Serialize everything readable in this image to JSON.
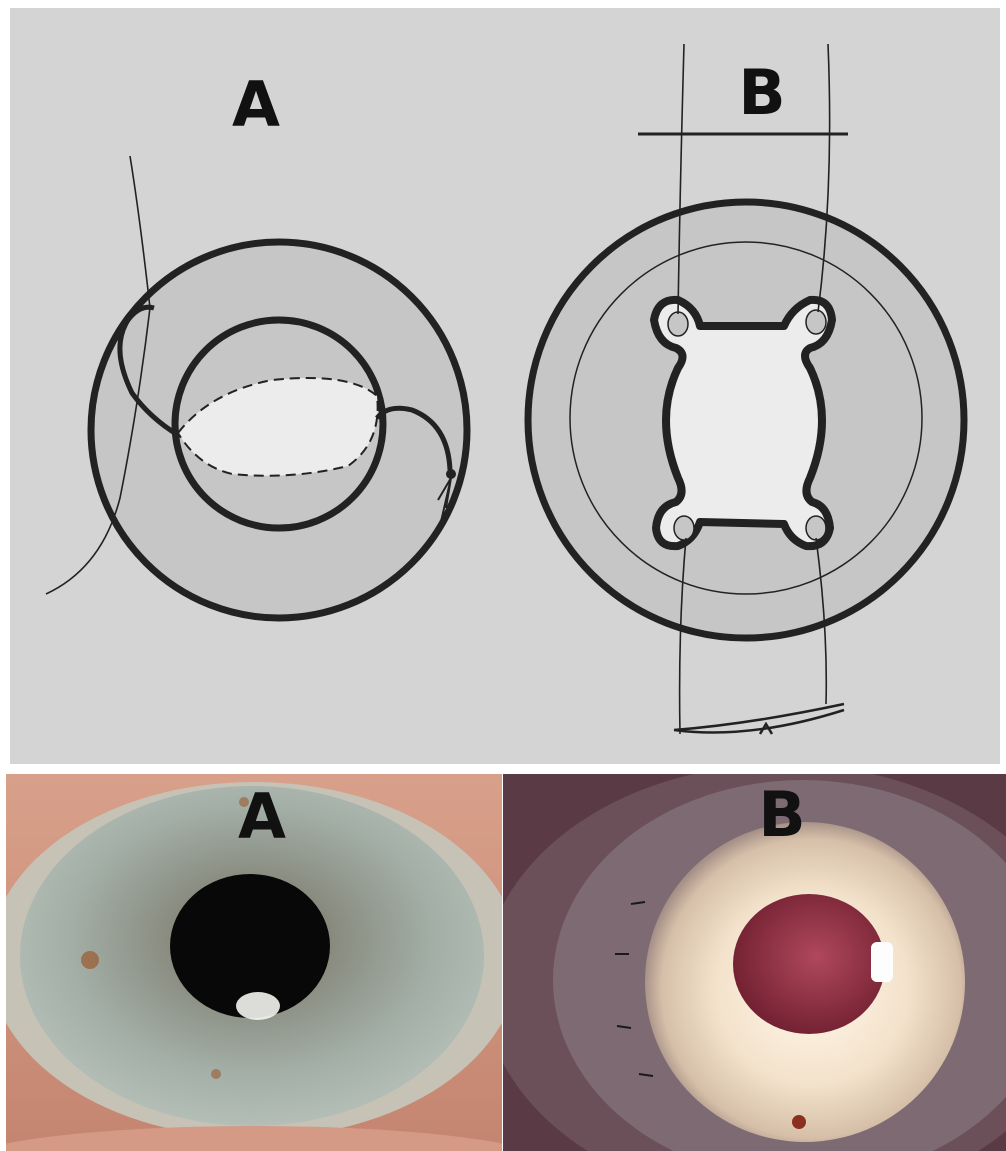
{
  "panels": {
    "drawing_a_label": "A",
    "drawing_b_label": "B",
    "photo_a_label": "A",
    "photo_b_label": "B"
  },
  "colors": {
    "drawing_background": "#d4d4d4",
    "outline": "#222222",
    "ring_fill": "#c6c6c6",
    "implant_fill": "#ececec",
    "iris_a": "#8f9c95",
    "iris_b": "#f2e6d4",
    "pupil_a": "#0a0a0a",
    "pupil_b": "#8c2b3e",
    "sclera_b": "#6d4a55"
  }
}
